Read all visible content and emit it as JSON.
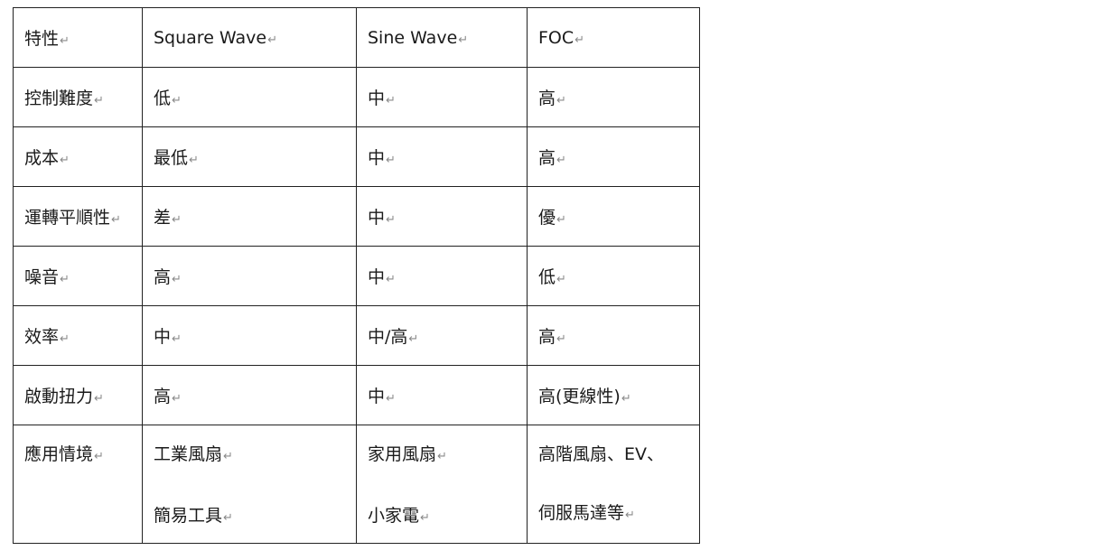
{
  "mark": "↵",
  "header": [
    "特性",
    "Square Wave",
    "Sine Wave",
    "FOC"
  ],
  "rows": [
    [
      "控制難度",
      "低",
      "中",
      "高"
    ],
    [
      "成本",
      "最低",
      "中",
      "高"
    ],
    [
      "運轉平順性",
      "差",
      "中",
      "優"
    ],
    [
      "噪音",
      "高",
      "中",
      "低"
    ],
    [
      "效率",
      "中",
      "中/高",
      "高"
    ],
    [
      "啟動扭力",
      "高",
      "中",
      "高(更線性)"
    ]
  ],
  "last_row": {
    "label": "應用情境",
    "square": [
      "工業風扇",
      "簡易工具"
    ],
    "sine": [
      "家用風扇",
      "小家電"
    ],
    "foc": [
      "高階風扇、EV、",
      "伺服馬達等"
    ]
  }
}
